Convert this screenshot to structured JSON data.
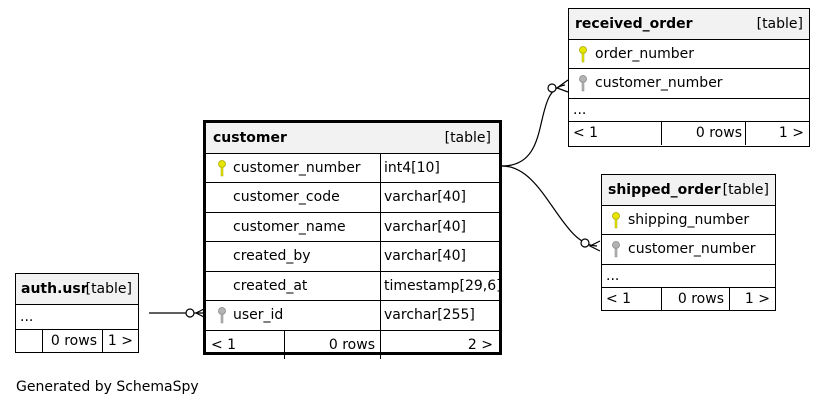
{
  "footer": "Generated by SchemaSpy",
  "tables": {
    "customer": {
      "name": "customer",
      "kind": "[table]",
      "columns": [
        {
          "name": "customer_number",
          "type": "int4[10]",
          "key": "primary"
        },
        {
          "name": "customer_code",
          "type": "varchar[40]",
          "key": ""
        },
        {
          "name": "customer_name",
          "type": "varchar[40]",
          "key": ""
        },
        {
          "name": "created_by",
          "type": "varchar[40]",
          "key": ""
        },
        {
          "name": "created_at",
          "type": "timestamp[29,6]",
          "key": ""
        },
        {
          "name": "user_id",
          "type": "varchar[255]",
          "key": "foreign"
        }
      ],
      "footer": {
        "left": "< 1",
        "mid": "0 rows",
        "right": "2 >"
      }
    },
    "received_order": {
      "name": "received_order",
      "kind": "[table]",
      "columns": [
        {
          "name": "order_number",
          "key": "primary"
        },
        {
          "name": "customer_number",
          "key": "foreign"
        }
      ],
      "more": "...",
      "footer": {
        "left": "< 1",
        "mid": "0 rows",
        "right": "1 >"
      }
    },
    "shipped_order": {
      "name": "shipped_order",
      "kind": "[table]",
      "columns": [
        {
          "name": "shipping_number",
          "key": "primary"
        },
        {
          "name": "customer_number",
          "key": "foreign"
        }
      ],
      "more": "...",
      "footer": {
        "left": "< 1",
        "mid": "0 rows",
        "right": "1 >"
      }
    },
    "auth_usr": {
      "name": "auth.usr",
      "kind": "[table]",
      "more": "...",
      "footer": {
        "mid": "0 rows",
        "right": "1 >"
      }
    }
  },
  "colors": {
    "primary_key": "#e6e600",
    "foreign_key": "#b3b3b3",
    "header_bg": "#f2f2f2"
  }
}
